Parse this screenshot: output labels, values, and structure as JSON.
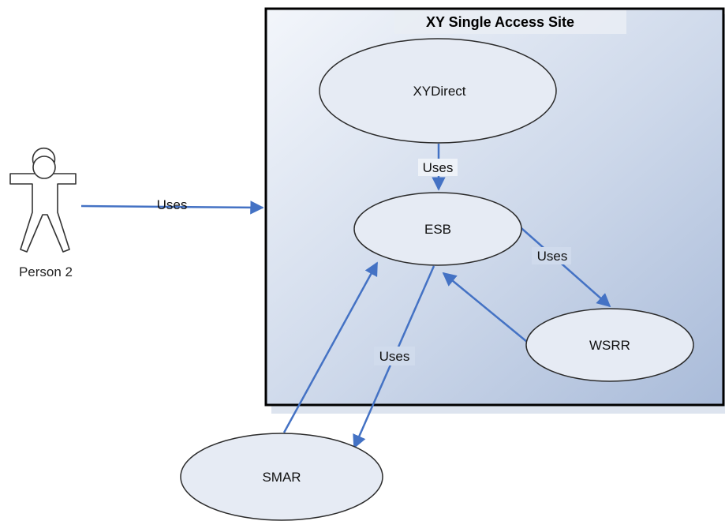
{
  "system": {
    "title": "XY Single Access Site"
  },
  "actor": {
    "label": "Person 2"
  },
  "nodes": {
    "xydirect": "XYDirect",
    "esb": "ESB",
    "wsrr": "WSRR",
    "smar": "SMAR"
  },
  "edges": {
    "person_to_system": "Uses",
    "xydirect_to_esb": "Uses",
    "esb_to_wsrr": "Uses",
    "esb_to_smar": "Uses"
  },
  "colors": {
    "arrow": "#4472c4",
    "ellipse_fill": "#e6ebf4",
    "ellipse_stroke": "#2b2b2b",
    "system_gradient_light": "#f3f6fb",
    "system_gradient_dark": "#a9bbd9",
    "system_border": "#000000"
  }
}
